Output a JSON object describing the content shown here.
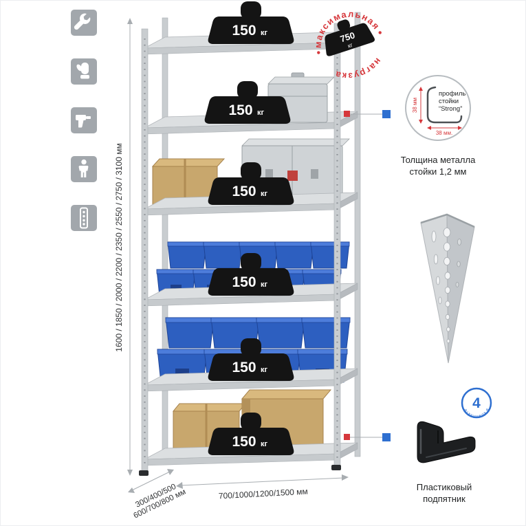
{
  "colors": {
    "red": "#d6383c",
    "blue": "#2e6fd0",
    "icon_gray": "#a2a7ac"
  },
  "left_icons": [
    {
      "name": "wrench-icon"
    },
    {
      "name": "glove-icon"
    },
    {
      "name": "drill-icon"
    },
    {
      "name": "person-icon"
    },
    {
      "name": "rack-post-icon"
    }
  ],
  "shelves": [
    {
      "load": "150",
      "unit": "кг"
    },
    {
      "load": "150",
      "unit": "кг"
    },
    {
      "load": "150",
      "unit": "кг"
    },
    {
      "load": "150",
      "unit": "кг"
    },
    {
      "load": "150",
      "unit": "кг"
    },
    {
      "load": "150",
      "unit": "кг"
    }
  ],
  "stamp": {
    "word_top": "максимальная",
    "word_bottom": "нагрузка",
    "value": "750",
    "unit": "кг"
  },
  "profile_detail": {
    "line1": "профиль",
    "line2": "стойки",
    "line3": "“Strong”",
    "dim_vertical": "38 мм",
    "dim_horizontal": "38 мм."
  },
  "captions": {
    "thickness_line1": "Толщина металла",
    "thickness_line2": "стойки 1,2 мм",
    "foot_line1": "Пластиковый",
    "foot_line2": "подпятник"
  },
  "kit_badge": {
    "count": "4",
    "text": "в комплекте"
  },
  "dimensions": {
    "height": "1600 / 1850 / 2000 / 2200 / 2350 / 2550 / 2750 / 3100 мм",
    "depth_line1": "300/400/500",
    "depth_line2": "600/700/800 мм",
    "width": "700/1000/1200/1500 мм"
  }
}
